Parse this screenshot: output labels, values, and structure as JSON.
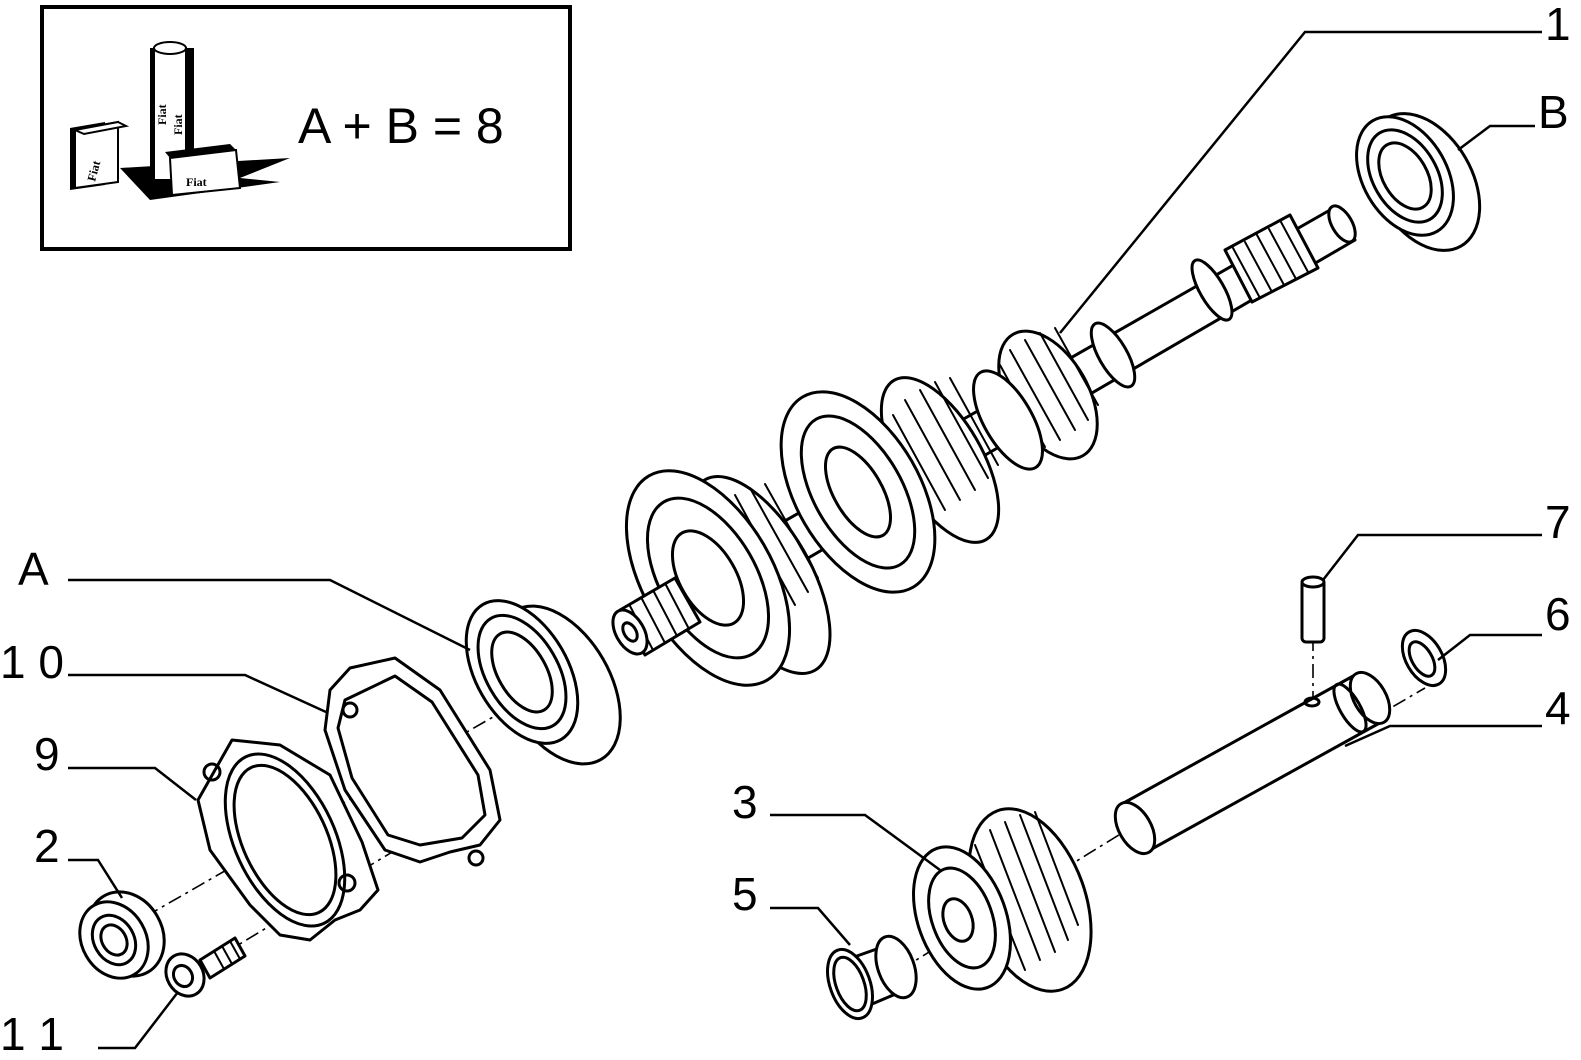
{
  "legend": {
    "formula": "A + B = 8",
    "logo_texts": [
      "Fiat",
      "Fiat",
      "Fiat",
      "Fiat"
    ]
  },
  "callouts": {
    "part_1": "1",
    "part_2": "2",
    "part_3": "3",
    "part_4": "4",
    "part_5": "5",
    "part_6": "6",
    "part_7": "7",
    "part_9": "9",
    "part_10": "1 0",
    "part_11": "1 1",
    "part_A": "A",
    "part_B": "B"
  }
}
